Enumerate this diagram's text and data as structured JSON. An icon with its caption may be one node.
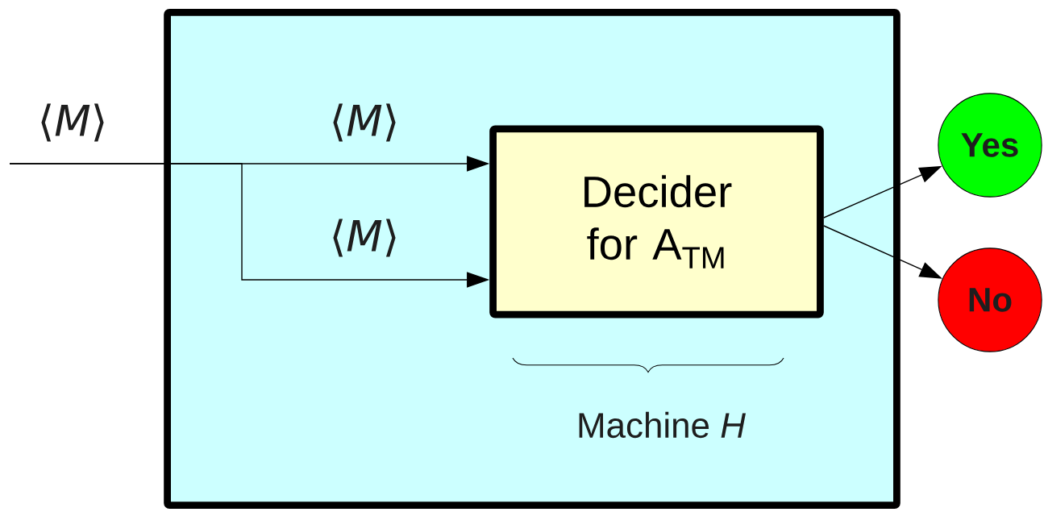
{
  "diagram": {
    "nodes": [
      {
        "text": [],
        "shape": "box"
      },
      {
        "text": [
          "Decider for A$_{TM}$"
        ],
        "in": 0
      },
      {
        "text": [
          "Yes"
        ]
      },
      {
        "text": [
          "No"
        ]
      }
    ],
    "edges": [
      {
        "from": null,
        "to": 1,
        "arrow": "to",
        "label": "⟨*M*⟩"
      },
      {
        "from": null,
        "to": 1,
        "arrow": "to",
        "label": "⟨*M*⟩"
      },
      {
        "from": 1,
        "to": 2,
        "arrow": "to"
      },
      {
        "from": 1,
        "to": 3,
        "arrow": "to"
      }
    ],
    "labels": [
      "⟨*M*⟩",
      "Machine *H*"
    ]
  }
}
